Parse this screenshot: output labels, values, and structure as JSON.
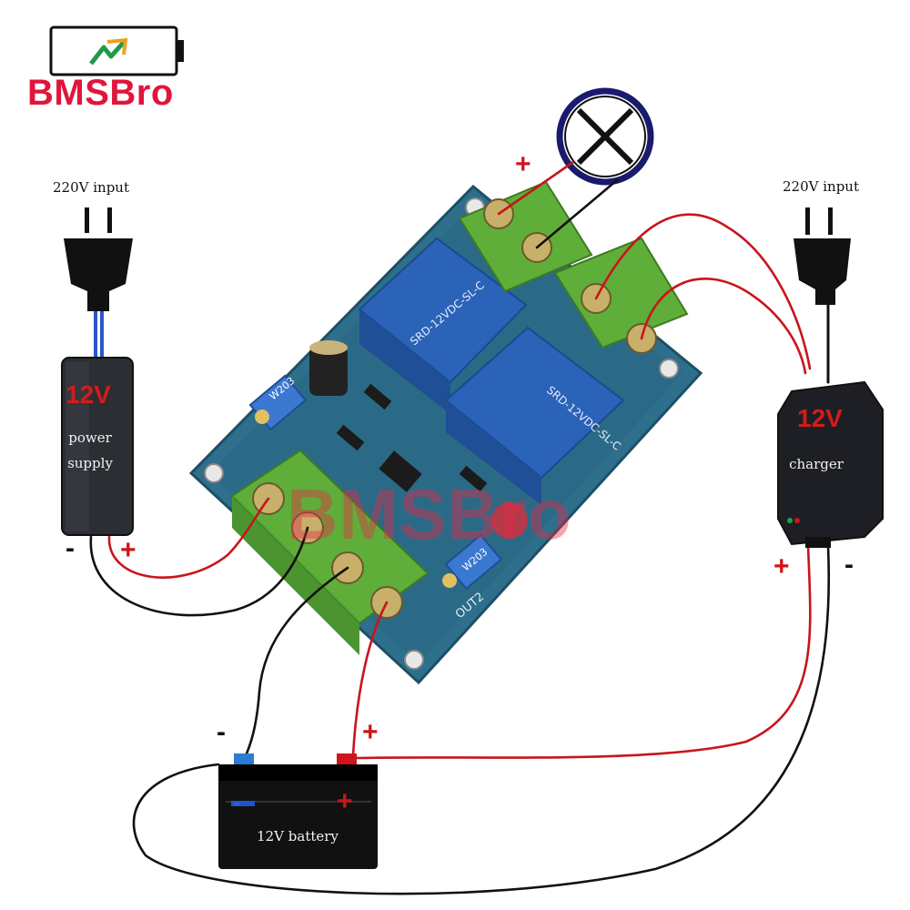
{
  "logo": {
    "text": "BMSBro",
    "watermark": "BMSBro"
  },
  "left": {
    "input_label": "220V input",
    "device_title": "12V",
    "device_sub1": "power",
    "device_sub2": "supply",
    "neg": "-",
    "pos": "+"
  },
  "right": {
    "input_label": "220V input",
    "device_title": "12V",
    "device_sub": "charger",
    "pos": "+",
    "neg": "-"
  },
  "lamp": {
    "pos": "+"
  },
  "battery": {
    "label": "12V battery",
    "neg_terminal": "-",
    "pos_terminal": "+",
    "face_neg": "-",
    "face_pos": "+"
  },
  "board": {
    "relay_text": "SRD-12VDC-SL-C",
    "pot_label": "W203",
    "out_label": "OUT2"
  },
  "colors": {
    "wire_red": "#c8151b",
    "wire_black": "#111111",
    "board": "#2e6f8c",
    "terminal": "#5fae3a",
    "relay": "#2a63b8",
    "brand": "#e0153c"
  }
}
